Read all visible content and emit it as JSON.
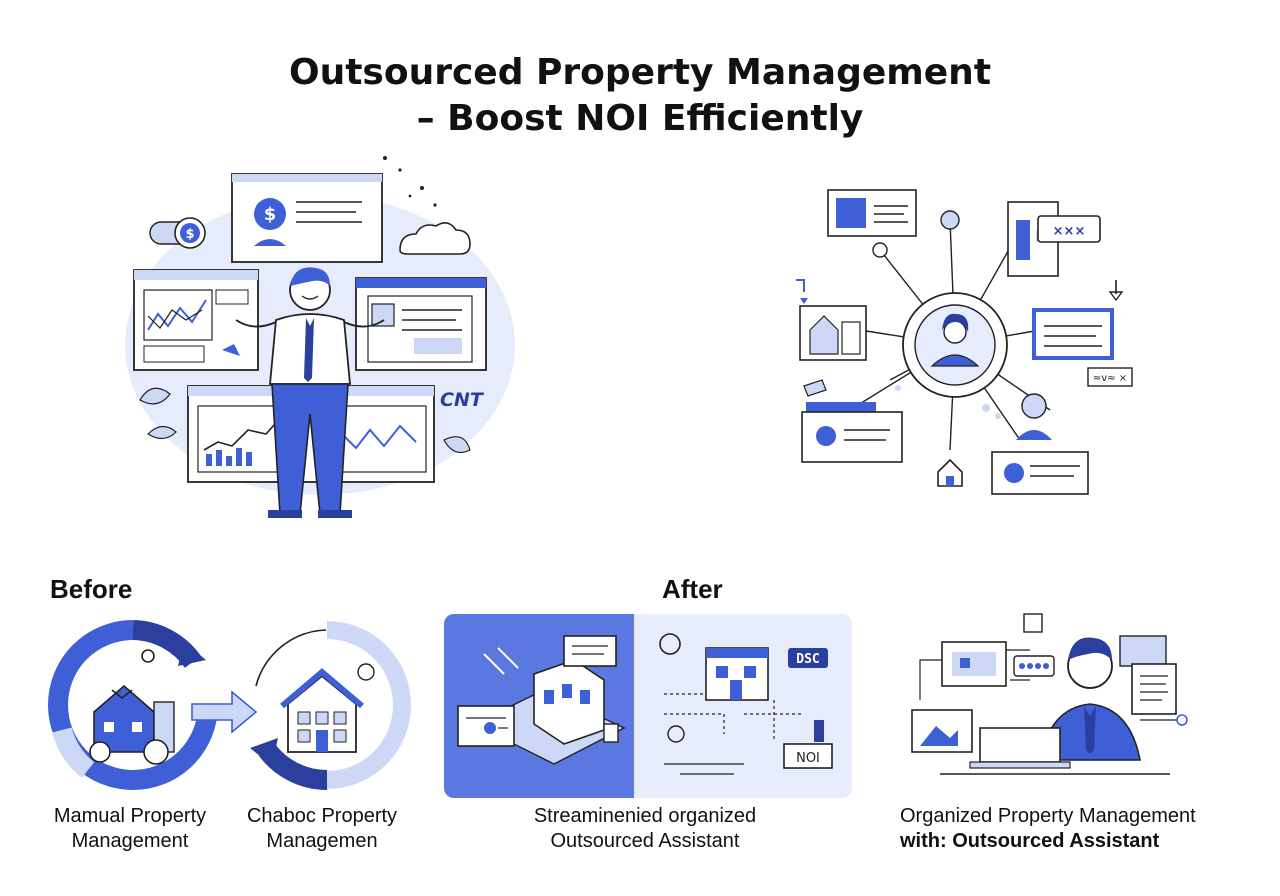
{
  "title": {
    "line1": "Outsourced Property Management",
    "line2": "– Boost NOI Efficiently"
  },
  "hero": {
    "cnt_label": "CNT"
  },
  "network": {
    "bubble_text": "×××",
    "tag_text": "≈v≈ ×"
  },
  "sections": {
    "before_label": "Before",
    "after_label": "After"
  },
  "captions": {
    "manual": [
      "Mamual Property",
      "Management"
    ],
    "chaotic": [
      "Chaboc Property",
      "Managemen"
    ],
    "streamlined": [
      "Streaminenied organized",
      "Outsourced Assistant"
    ],
    "organized": [
      "Organized Property Management",
      "with: Outsourced Assistant"
    ]
  },
  "after_panel": {
    "dsc_label": "DSC",
    "noi_label": "NOI"
  },
  "colors": {
    "accent": "#3f5fd6",
    "accent_dark": "#2b3f9e",
    "light": "#cdd8f6",
    "pale": "#e6ecfb",
    "ink": "#222"
  }
}
